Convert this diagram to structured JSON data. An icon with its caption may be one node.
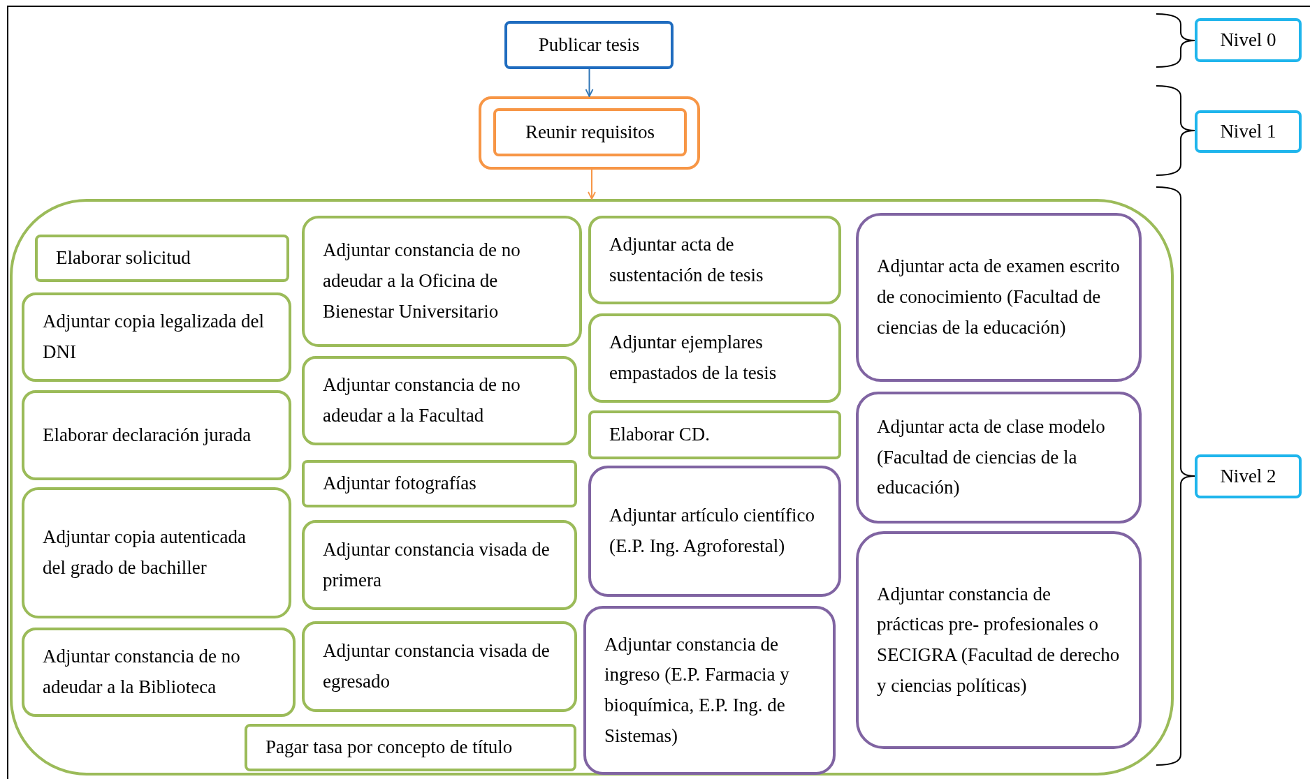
{
  "diagram": {
    "nodes": [
      {
        "text": [
          "Publicar tesis"
        ]
      },
      {
        "text": [],
        "shape": "box"
      },
      {
        "text": [
          "Reunir requisitos"
        ],
        "in": 1
      },
      {
        "text": [],
        "shape": "box"
      },
      {
        "text": [
          "Elaborar solicitud"
        ],
        "in": 3
      },
      {
        "text": [
          "Adjuntar copia legalizada del DNI"
        ],
        "in": 3
      },
      {
        "text": [
          "Elaborar declaración jurada"
        ],
        "in": 3
      },
      {
        "text": [
          "Adjuntar copia autenticada del grado de bachiller"
        ],
        "in": 3
      },
      {
        "text": [
          "Adjuntar constancia de no adeudar a la Biblioteca"
        ],
        "in": 3
      },
      {
        "text": [
          "Adjuntar constancia de no adeudar a la Oficina de Bienestar Universitario"
        ],
        "in": 3
      },
      {
        "text": [
          "Adjuntar constancia de no adeudar a la Facultad"
        ],
        "in": 3
      },
      {
        "text": [
          "Adjuntar fotografías"
        ],
        "in": 3
      },
      {
        "text": [
          "Adjuntar constancia visada de primera"
        ],
        "in": 3
      },
      {
        "text": [
          "Adjuntar constancia visada de egresado"
        ],
        "in": 3
      },
      {
        "text": [
          "Pagar tasa por concepto de título"
        ],
        "in": 3
      },
      {
        "text": [
          "Adjuntar acta de sustentación de tesis"
        ],
        "in": 3
      },
      {
        "text": [
          "Adjuntar ejemplares empastados de la tesis"
        ],
        "in": 3
      },
      {
        "text": [
          "Elaborar CD."
        ],
        "in": 3
      },
      {
        "text": [
          "Adjuntar artículo científico (E.P. Ing. Agroforestal)"
        ],
        "in": 3
      },
      {
        "text": [
          "Adjuntar constancia de ingreso (E.P. Farmacia y bioquímica, E.P. Ing. de Sistemas)"
        ],
        "in": 3
      },
      {
        "text": [
          "Adjuntar acta de examen escrito de conocimiento (Facultad de ciencias de la educación)"
        ],
        "in": 3
      },
      {
        "text": [
          "Adjuntar acta de clase modelo (Facultad de ciencias de la educación)"
        ],
        "in": 3
      },
      {
        "text": [
          "Adjuntar constancia de prácticas pre- profesionales o SECIGRA (Facultad de derecho y ciencias políticas)"
        ],
        "in": 3
      },
      {
        "text": [
          "Nivel 0"
        ]
      },
      {
        "text": [
          "Nivel 1"
        ]
      },
      {
        "text": [
          "Nivel 2"
        ]
      }
    ],
    "edges": [
      {
        "from": 0,
        "to": 1,
        "arrow": "to",
        "color": "#2e75b6"
      },
      {
        "from": 1,
        "to": 3,
        "arrow": "to",
        "color": "#f79646"
      }
    ]
  }
}
